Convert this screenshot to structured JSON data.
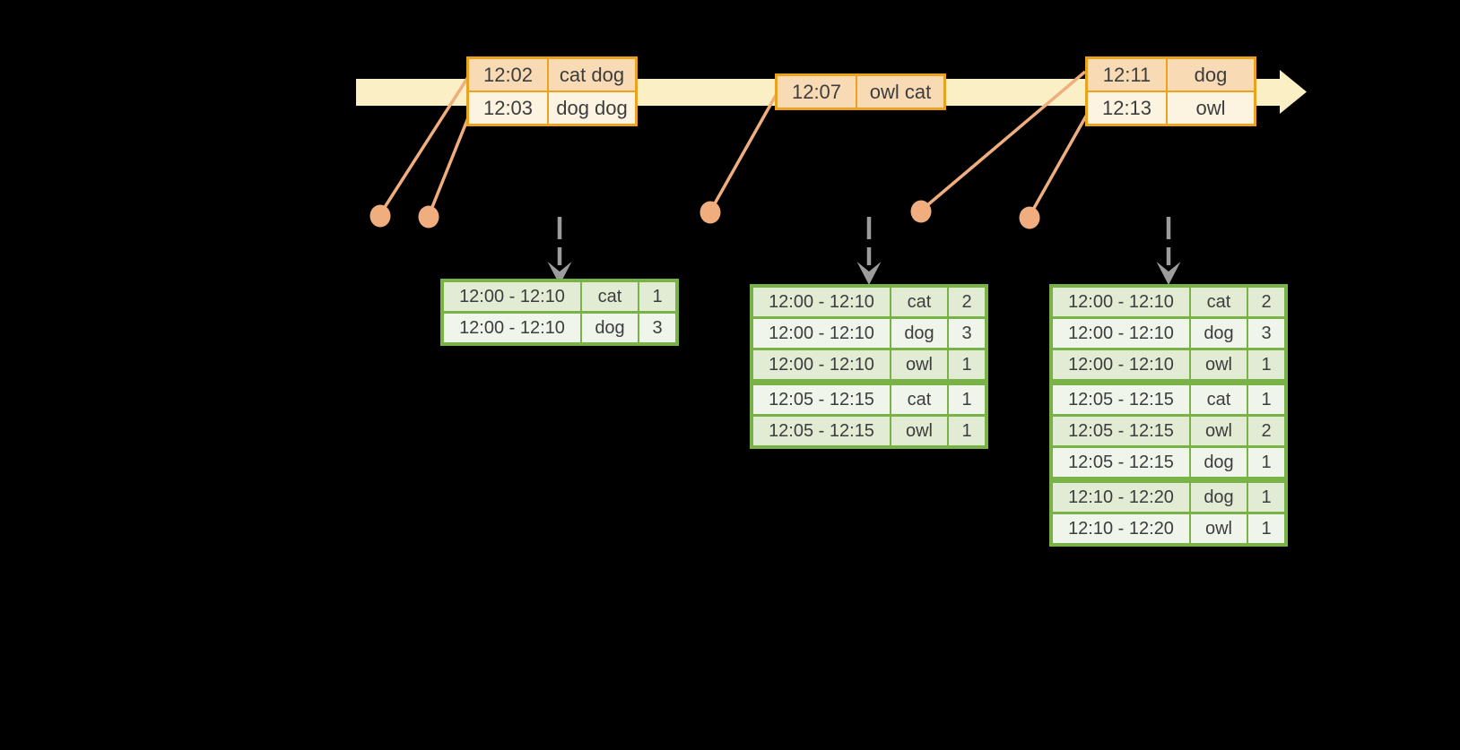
{
  "colors": {
    "background": "#000000",
    "timeline_fill": "#FBF0C5",
    "event_border": "#EBA21E",
    "event_row_dark": "#F8DBB5",
    "event_row_light": "#FDF3E1",
    "connector": "#F0AE7F",
    "result_border": "#79B347",
    "result_row_dark": "#E2ECD4",
    "result_row_light": "#F0F5EB",
    "trigger_arrow": "#9C9C9C",
    "text": "#3D3D3D"
  },
  "timeline": {
    "direction": "left-to-right"
  },
  "icons": {
    "timeline_arrow": "right-arrow",
    "trigger_arrow": "dashed-down-arrow",
    "event_marker": "dot"
  },
  "event_tables": [
    {
      "name": "events-batch-1",
      "rows": [
        {
          "time": "12:02",
          "words": "cat dog"
        },
        {
          "time": "12:03",
          "words": "dog dog"
        }
      ]
    },
    {
      "name": "events-batch-2",
      "rows": [
        {
          "time": "12:07",
          "words": "owl cat"
        }
      ]
    },
    {
      "name": "events-batch-3",
      "rows": [
        {
          "time": "12:11",
          "words": "dog"
        },
        {
          "time": "12:13",
          "words": "owl"
        }
      ]
    }
  ],
  "result_tables": [
    {
      "name": "result-table-1",
      "rows": [
        {
          "window": "12:00 - 12:10",
          "word": "cat",
          "count": "1"
        },
        {
          "window": "12:00 - 12:10",
          "word": "dog",
          "count": "3"
        }
      ]
    },
    {
      "name": "result-table-2",
      "rows": [
        {
          "window": "12:00 - 12:10",
          "word": "cat",
          "count": "2"
        },
        {
          "window": "12:00 - 12:10",
          "word": "dog",
          "count": "3"
        },
        {
          "window": "12:00 - 12:10",
          "word": "owl",
          "count": "1"
        },
        {
          "window": "12:05 - 12:15",
          "word": "cat",
          "count": "1",
          "group_start": true
        },
        {
          "window": "12:05 - 12:15",
          "word": "owl",
          "count": "1"
        }
      ]
    },
    {
      "name": "result-table-3",
      "rows": [
        {
          "window": "12:00 - 12:10",
          "word": "cat",
          "count": "2"
        },
        {
          "window": "12:00 - 12:10",
          "word": "dog",
          "count": "3"
        },
        {
          "window": "12:00 - 12:10",
          "word": "owl",
          "count": "1"
        },
        {
          "window": "12:05 - 12:15",
          "word": "cat",
          "count": "1",
          "group_start": true
        },
        {
          "window": "12:05 - 12:15",
          "word": "owl",
          "count": "2"
        },
        {
          "window": "12:05 - 12:15",
          "word": "dog",
          "count": "1"
        },
        {
          "window": "12:10 - 12:20",
          "word": "dog",
          "count": "1",
          "group_start": true
        },
        {
          "window": "12:10 - 12:20",
          "word": "owl",
          "count": "1"
        }
      ]
    }
  ]
}
